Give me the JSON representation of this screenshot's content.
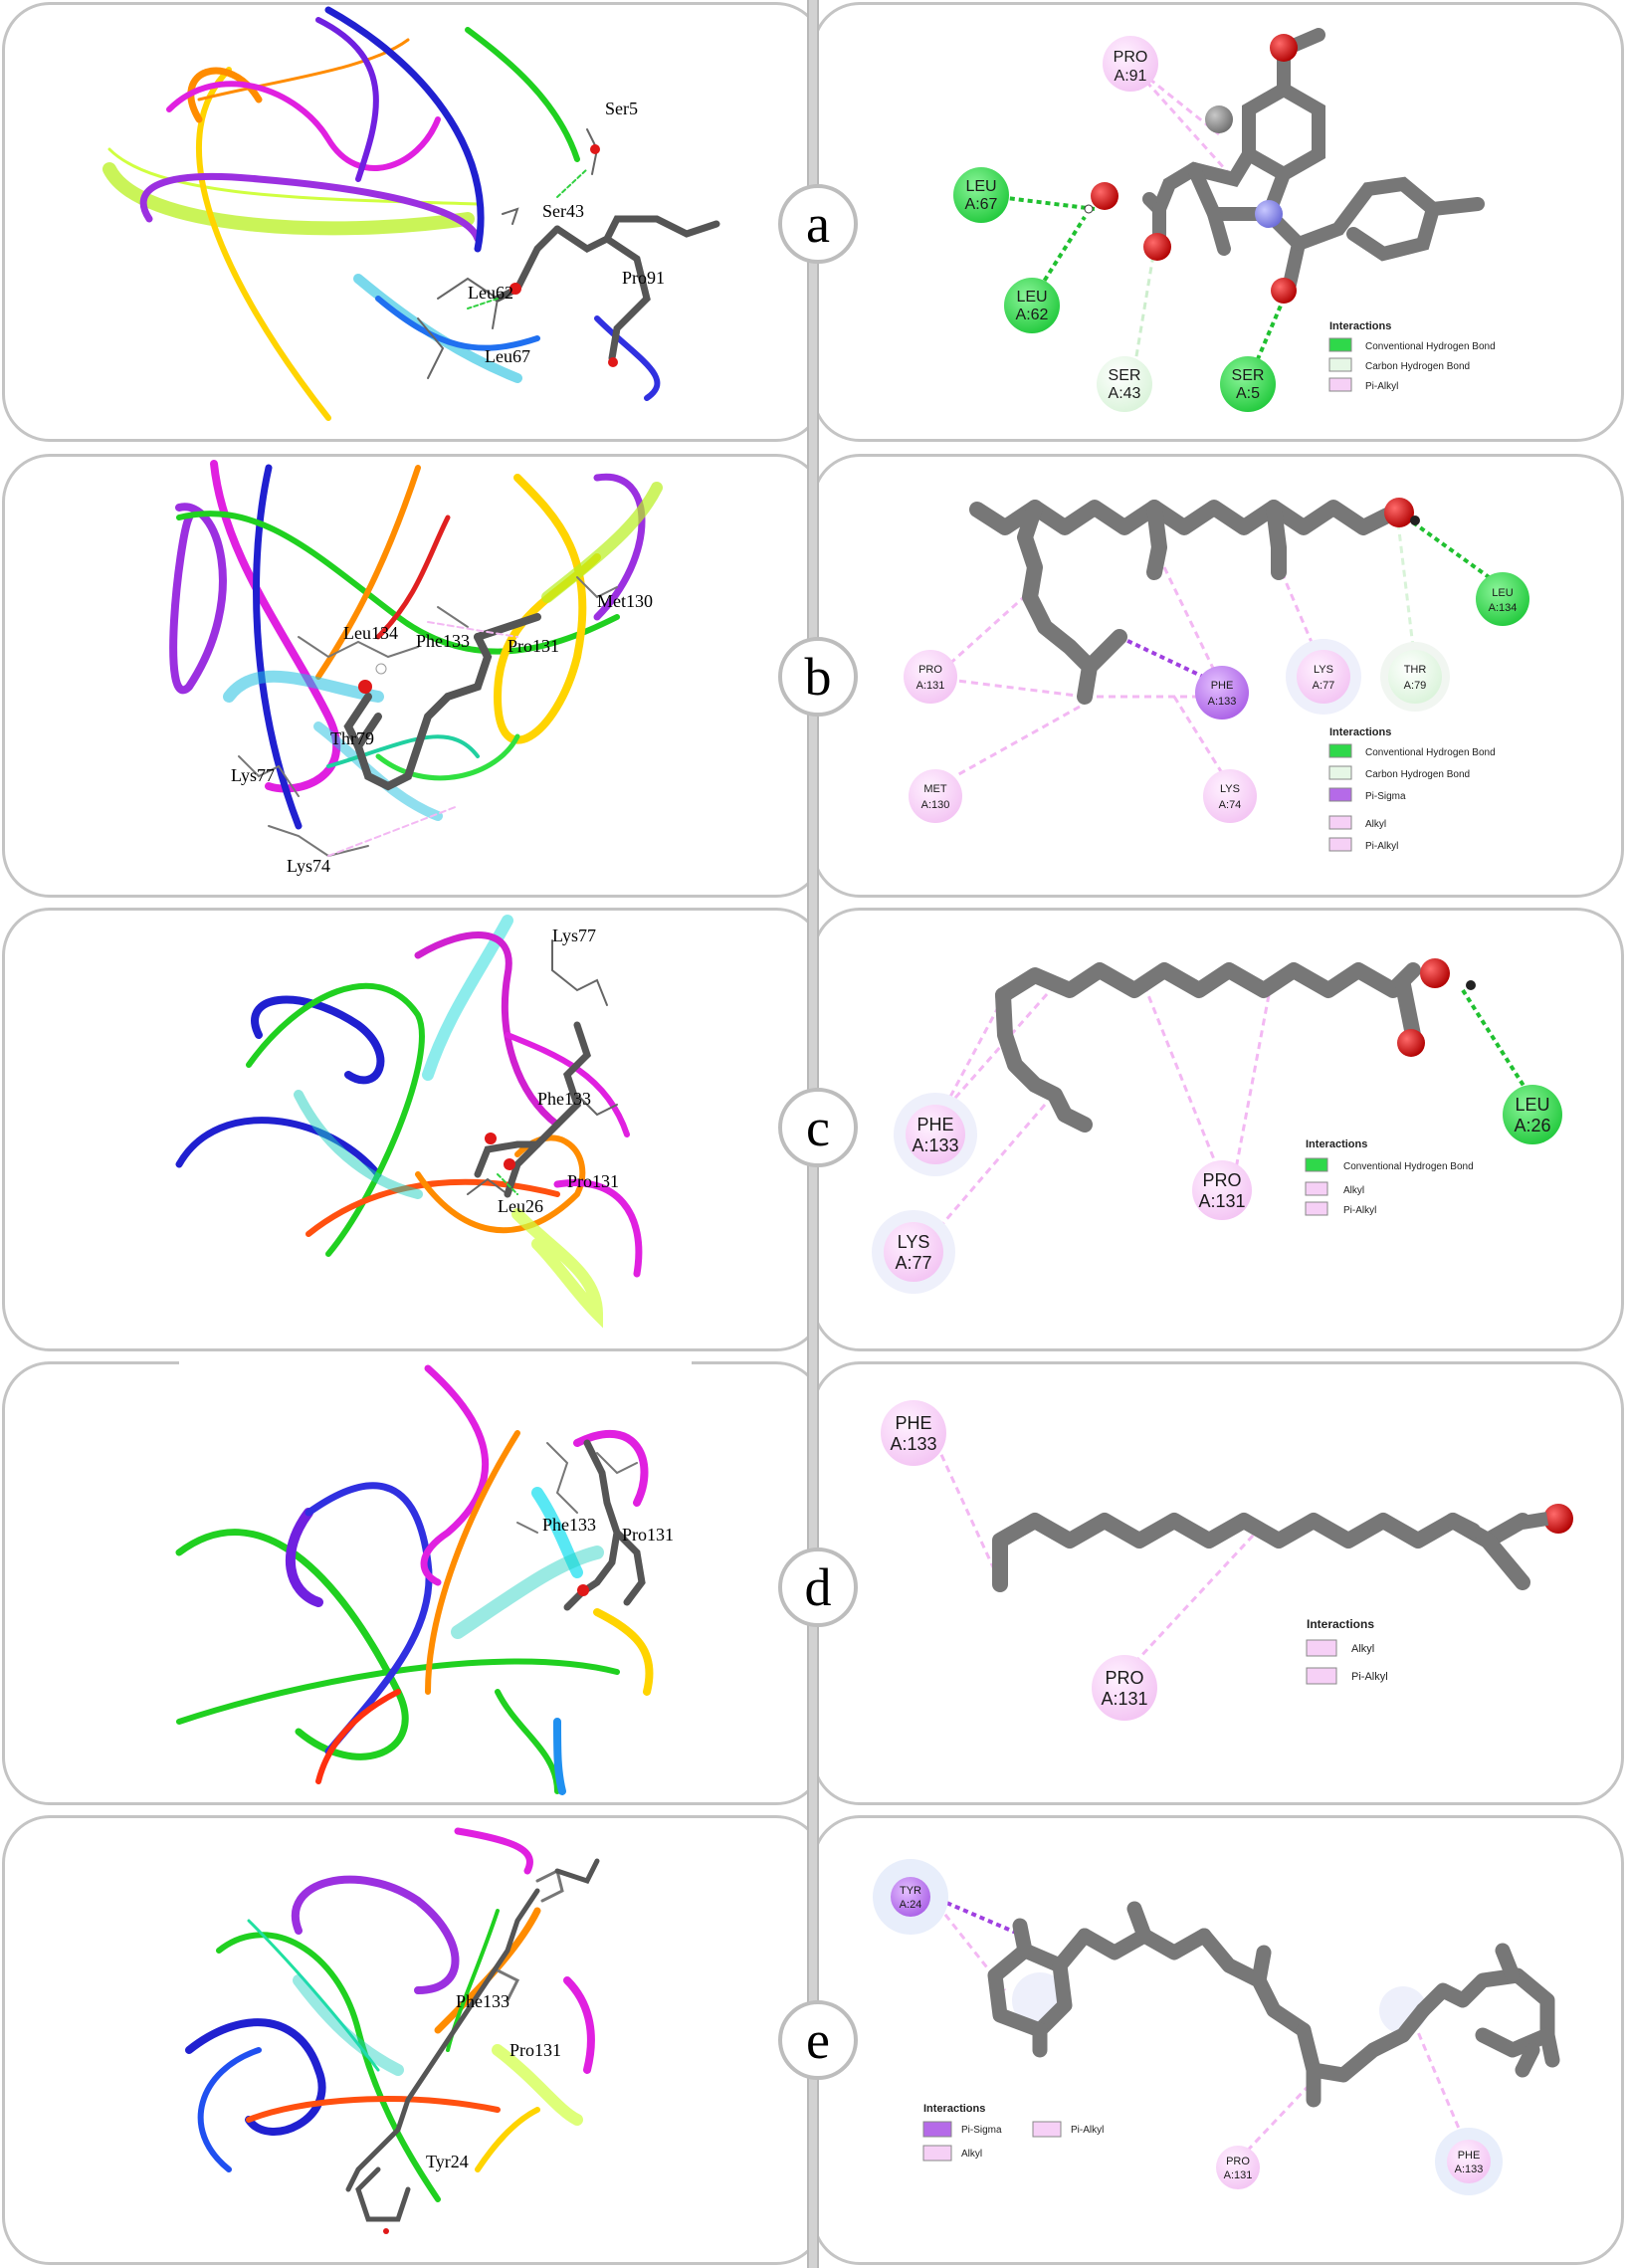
{
  "panels": [
    {
      "label": "a",
      "residues3d": [
        "Ser5",
        "Ser43",
        "Pro91",
        "Leu62",
        "Leu67"
      ],
      "bubbles": [
        {
          "name": "PRO",
          "id": "A:91",
          "type": "pi_alkyl"
        },
        {
          "name": "LEU",
          "id": "A:67",
          "type": "conventional_hbond"
        },
        {
          "name": "LEU",
          "id": "A:62",
          "type": "conventional_hbond"
        },
        {
          "name": "SER",
          "id": "A:43",
          "type": "carbon_hbond"
        },
        {
          "name": "SER",
          "id": "A:5",
          "type": "conventional_hbond"
        }
      ],
      "legend_title": "Interactions",
      "legend": [
        {
          "label": "Conventional Hydrogen Bond",
          "color": "#2fd84a"
        },
        {
          "label": "Carbon Hydrogen Bond",
          "color": "#d8f5d8"
        },
        {
          "label": "Pi-Alkyl",
          "color": "#f4c6f4"
        }
      ]
    },
    {
      "label": "b",
      "residues3d": [
        "Leu134",
        "Phe133",
        "Met130",
        "Pro131",
        "Thr79",
        "Lys77",
        "Lys74"
      ],
      "bubbles": [
        {
          "name": "LEU",
          "id": "A:134",
          "type": "conventional_hbond"
        },
        {
          "name": "LYS",
          "id": "A:77",
          "type": "alkyl"
        },
        {
          "name": "THR",
          "id": "A:79",
          "type": "carbon_hbond"
        },
        {
          "name": "PRO",
          "id": "A:131",
          "type": "alkyl"
        },
        {
          "name": "PHE",
          "id": "A:133",
          "type": "pi_sigma"
        },
        {
          "name": "MET",
          "id": "A:130",
          "type": "alkyl"
        },
        {
          "name": "LYS",
          "id": "A:74",
          "type": "alkyl"
        }
      ],
      "legend_title": "Interactions",
      "legend": [
        {
          "label": "Conventional Hydrogen Bond",
          "color": "#2fd84a"
        },
        {
          "label": "Carbon Hydrogen Bond",
          "color": "#d8f5d8"
        },
        {
          "label": "Pi-Sigma",
          "color": "#b85cf0"
        },
        {
          "label": "Alkyl",
          "color": "#f4c6f4"
        },
        {
          "label": "Pi-Alkyl",
          "color": "#f4c6f4"
        }
      ]
    },
    {
      "label": "c",
      "residues3d": [
        "Lys77",
        "Phe133",
        "Pro131",
        "Leu26"
      ],
      "bubbles": [
        {
          "name": "PHE",
          "id": "A:133",
          "type": "alkyl"
        },
        {
          "name": "PRO",
          "id": "A:131",
          "type": "alkyl"
        },
        {
          "name": "LYS",
          "id": "A:77",
          "type": "alkyl"
        },
        {
          "name": "LEU",
          "id": "A:26",
          "type": "conventional_hbond"
        }
      ],
      "legend_title": "Interactions",
      "legend": [
        {
          "label": "Conventional Hydrogen Bond",
          "color": "#2fd84a"
        },
        {
          "label": "Alkyl",
          "color": "#f4c6f4"
        },
        {
          "label": "Pi-Alkyl",
          "color": "#f4c6f4"
        }
      ]
    },
    {
      "label": "d",
      "residues3d": [
        "Phe133",
        "Pro131"
      ],
      "bubbles": [
        {
          "name": "PHE",
          "id": "A:133",
          "type": "alkyl"
        },
        {
          "name": "PRO",
          "id": "A:131",
          "type": "alkyl"
        }
      ],
      "legend_title": "Interactions",
      "legend": [
        {
          "label": "Alkyl",
          "color": "#f4c6f4"
        },
        {
          "label": "Pi-Alkyl",
          "color": "#f4c6f4"
        }
      ]
    },
    {
      "label": "e",
      "residues3d": [
        "Phe133",
        "Pro131",
        "Tyr24"
      ],
      "bubbles": [
        {
          "name": "TYR",
          "id": "A:24",
          "type": "pi_sigma"
        },
        {
          "name": "PRO",
          "id": "A:131",
          "type": "alkyl"
        },
        {
          "name": "PHE",
          "id": "A:133",
          "type": "alkyl"
        }
      ],
      "legend_title": "Interactions",
      "legend": [
        {
          "label": "Pi-Sigma",
          "color": "#b85cf0"
        },
        {
          "label": "Pi-Alkyl",
          "color": "#f4c6f4"
        },
        {
          "label": "Alkyl",
          "color": "#f4c6f4"
        }
      ]
    }
  ],
  "colors": {
    "conventional_hbond": "#2fd84a",
    "carbon_hbond": "#e6f7e6",
    "pi_sigma": "#b56ae8",
    "alkyl": "#f6d0f6",
    "pi_alkyl": "#f6d0f6",
    "carbon_atom": "#8a8a8a",
    "oxygen_atom": "#e01818",
    "nitrogen_atom": "#8f8fe6",
    "panel_border": "#c4c4c4"
  }
}
